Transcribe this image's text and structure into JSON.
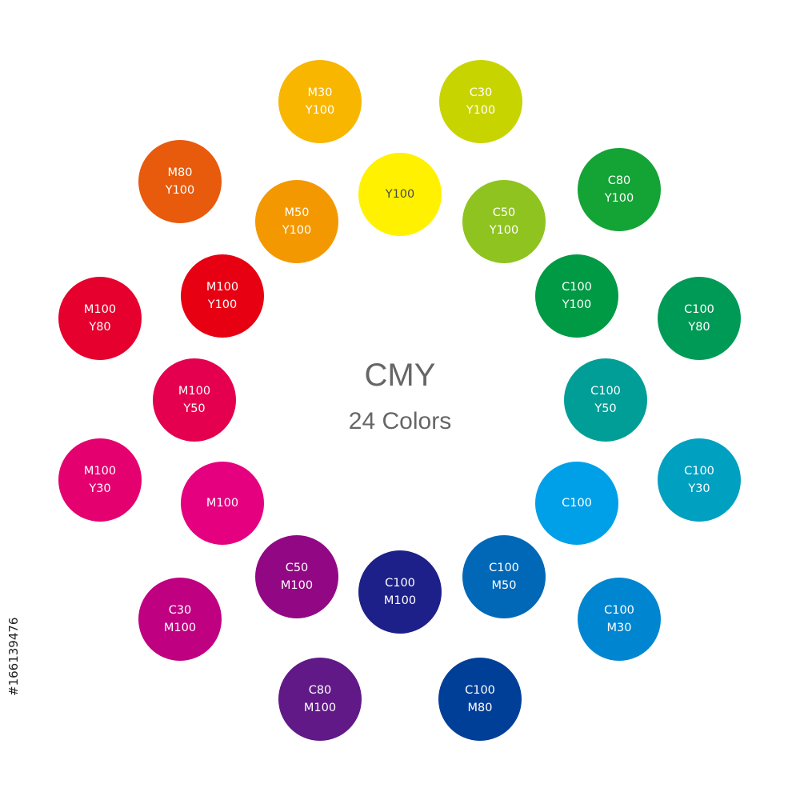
{
  "title": "CMY",
  "subtitle": "24 Colors",
  "stock_id": "#166139476",
  "swatches": [
    {
      "id": "m30-y100",
      "lines": [
        "M30",
        "Y100"
      ],
      "color": "#f8b600",
      "text": "light"
    },
    {
      "id": "c30-y100",
      "lines": [
        "C30",
        "Y100"
      ],
      "color": "#c8d400",
      "text": "light"
    },
    {
      "id": "m80-y100",
      "lines": [
        "M80",
        "Y100"
      ],
      "color": "#e85a0c",
      "text": "light"
    },
    {
      "id": "y100",
      "lines": [
        "Y100"
      ],
      "color": "#fff100",
      "text": "dark"
    },
    {
      "id": "c80-y100",
      "lines": [
        "C80",
        "Y100"
      ],
      "color": "#14a335",
      "text": "light"
    },
    {
      "id": "m50-y100",
      "lines": [
        "M50",
        "Y100"
      ],
      "color": "#f39800",
      "text": "light"
    },
    {
      "id": "c50-y100",
      "lines": [
        "C50",
        "Y100"
      ],
      "color": "#8fc31f",
      "text": "light"
    },
    {
      "id": "m100-y100",
      "lines": [
        "M100",
        "Y100"
      ],
      "color": "#e60012",
      "text": "light"
    },
    {
      "id": "c100-y100",
      "lines": [
        "C100",
        "Y100"
      ],
      "color": "#009944",
      "text": "light"
    },
    {
      "id": "m100-y80",
      "lines": [
        "M100",
        "Y80"
      ],
      "color": "#e5002d",
      "text": "light"
    },
    {
      "id": "c100-y80",
      "lines": [
        "C100",
        "Y80"
      ],
      "color": "#009a57",
      "text": "light"
    },
    {
      "id": "m100-y50",
      "lines": [
        "M100",
        "Y50"
      ],
      "color": "#e4004f",
      "text": "light"
    },
    {
      "id": "c100-y50",
      "lines": [
        "C100",
        "Y50"
      ],
      "color": "#009e96",
      "text": "light"
    },
    {
      "id": "m100-y30",
      "lines": [
        "M100",
        "Y30"
      ],
      "color": "#e4006f",
      "text": "light"
    },
    {
      "id": "c100",
      "lines": [
        "C100"
      ],
      "color": "#00a0e9",
      "text": "light"
    },
    {
      "id": "c100-y30",
      "lines": [
        "C100",
        "Y30"
      ],
      "color": "#00a0c1",
      "text": "light"
    },
    {
      "id": "m100",
      "lines": [
        "M100"
      ],
      "color": "#e4007f",
      "text": "light"
    },
    {
      "id": "c50-m100",
      "lines": [
        "C50",
        "M100"
      ],
      "color": "#920783",
      "text": "light"
    },
    {
      "id": "c100-m100",
      "lines": [
        "C100",
        "M100"
      ],
      "color": "#1d2088",
      "text": "light"
    },
    {
      "id": "c100-m50",
      "lines": [
        "C100",
        "M50"
      ],
      "color": "#0068b7",
      "text": "light"
    },
    {
      "id": "c30-m100",
      "lines": [
        "C30",
        "M100"
      ],
      "color": "#be0081",
      "text": "light"
    },
    {
      "id": "c100-m30",
      "lines": [
        "C100",
        "M30"
      ],
      "color": "#0086d1",
      "text": "light"
    },
    {
      "id": "c80-m100",
      "lines": [
        "C80",
        "M100"
      ],
      "color": "#601986",
      "text": "light"
    },
    {
      "id": "c100-m80",
      "lines": [
        "C100",
        "M80"
      ],
      "color": "#003f98",
      "text": "light"
    }
  ]
}
